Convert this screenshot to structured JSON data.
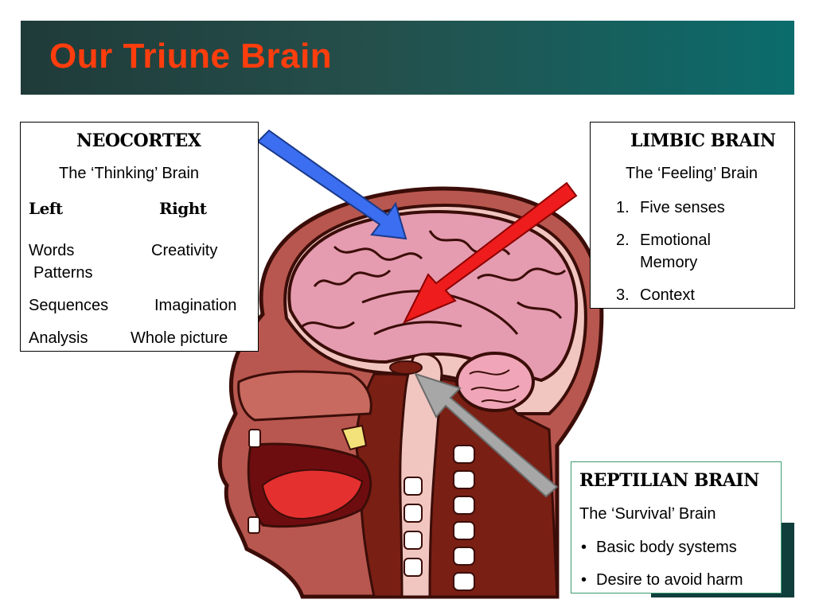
{
  "slide": {
    "title": "Our Triune Brain"
  },
  "neocortex": {
    "heading": "NEOCORTEX",
    "subtitle": "The ‘Thinking’ Brain",
    "col_left_heading": "Left",
    "col_right_heading": "Right",
    "rows": [
      {
        "left": "Words",
        "right": "Creativity"
      },
      {
        "left": "Patterns",
        "right": ""
      },
      {
        "left": "Sequences",
        "right": "Imagination"
      },
      {
        "left": "Analysis",
        "right": "Whole picture"
      }
    ]
  },
  "limbic": {
    "heading": "LIMBIC BRAIN",
    "subtitle": "The ‘Feeling’ Brain",
    "items": [
      {
        "num": "1.",
        "text": "Five senses"
      },
      {
        "num": "2.",
        "text": "Emotional"
      },
      {
        "num": "",
        "text": "Memory"
      },
      {
        "num": "3.",
        "text": "Context"
      }
    ]
  },
  "reptilian": {
    "heading": "REPTILIAN BRAIN",
    "subtitle": "The ‘Survival’ Brain",
    "bullets": [
      "Basic body systems",
      "Desire to avoid harm"
    ]
  },
  "colors": {
    "title": "#ff3d0d",
    "arrow_neocortex": "#3b6ef0",
    "arrow_limbic": "#ee1c1c",
    "arrow_reptilian": "#a7a7a7",
    "brain": "#e59bb0",
    "skin": "#b8574f",
    "tissue": "#7a1f14"
  }
}
